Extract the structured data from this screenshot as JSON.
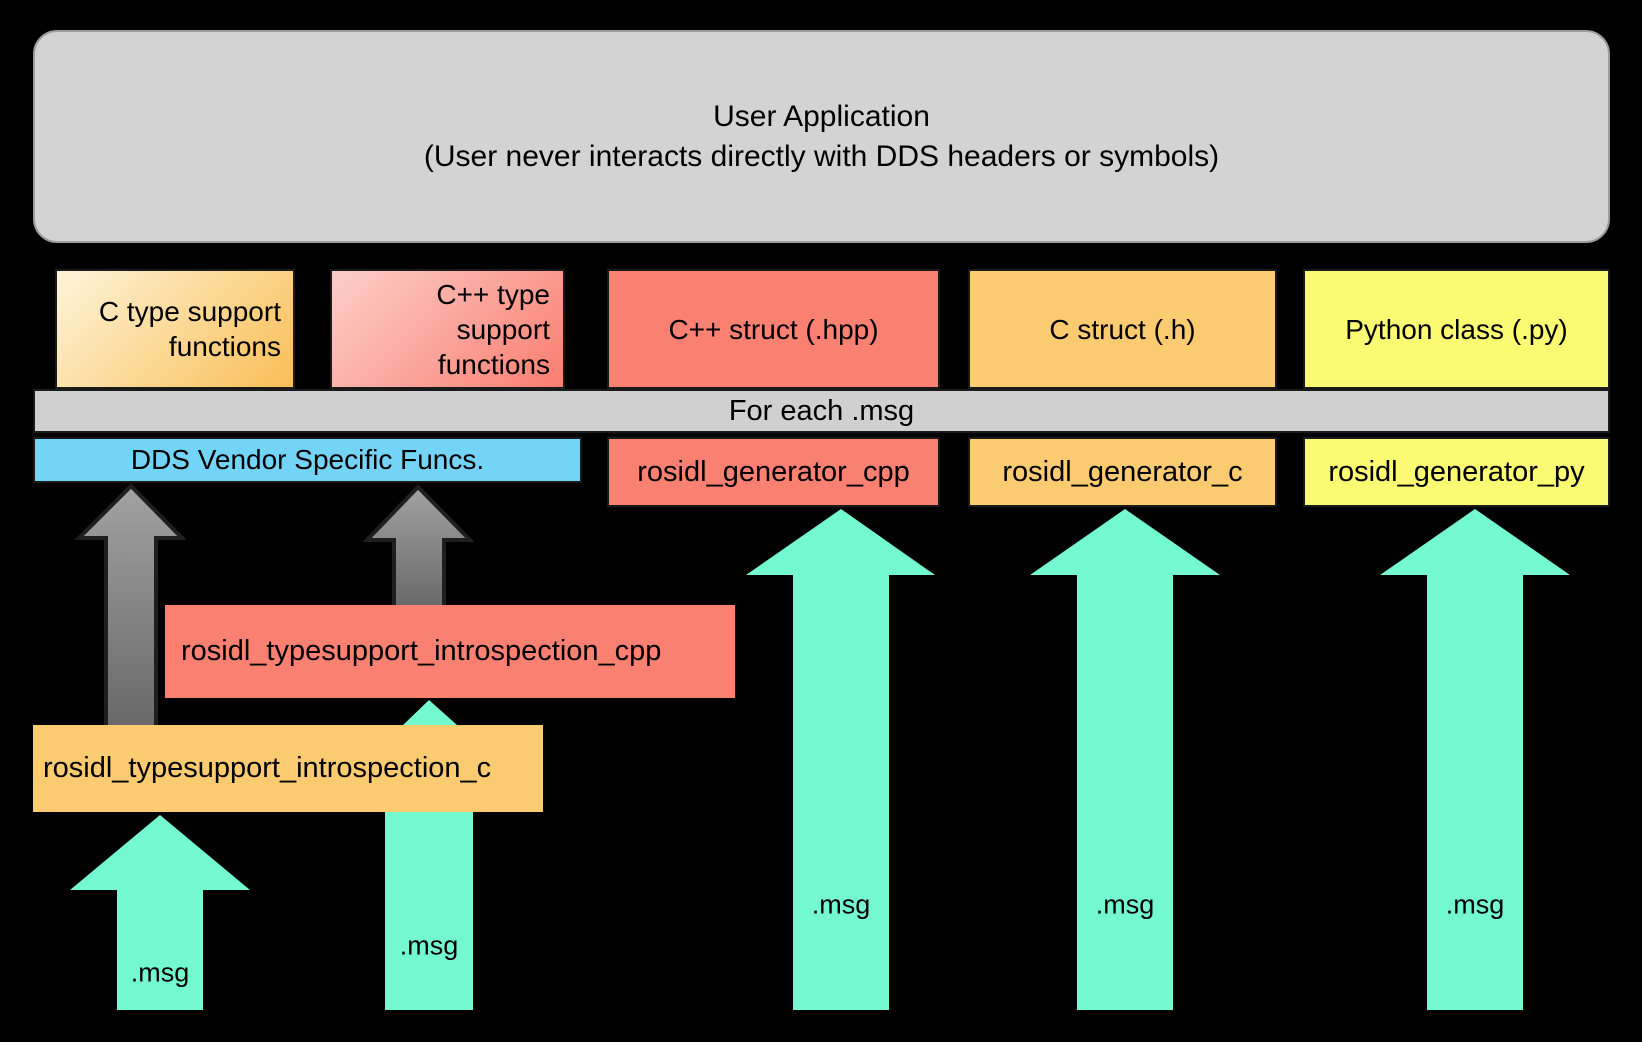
{
  "title_box": {
    "line1": "User Application",
    "line2": "(User never interacts directly with DDS headers or symbols)"
  },
  "top_row": [
    {
      "id": "c-type-support-functions",
      "lines": [
        "C type support",
        "functions"
      ]
    },
    {
      "id": "cpp-type-support-functions",
      "lines": [
        "C++ type",
        "support",
        "functions"
      ]
    },
    {
      "id": "cpp-struct",
      "label": "C++ struct (.hpp)"
    },
    {
      "id": "c-struct",
      "label": "C struct (.h)"
    },
    {
      "id": "python-class",
      "label": "Python class (.py)"
    }
  ],
  "band": {
    "label": "For each .msg"
  },
  "second_row": [
    {
      "id": "dds-vendor-funcs",
      "label": "DDS Vendor Specific Funcs."
    },
    {
      "id": "rosidl-generator-cpp",
      "label": "rosidl_generator_cpp"
    },
    {
      "id": "rosidl-generator-c",
      "label": "rosidl_generator_c"
    },
    {
      "id": "rosidl-generator-py",
      "label": "rosidl_generator_py"
    }
  ],
  "middle_boxes": [
    {
      "id": "rosidl-typesupport-introspection-cpp",
      "label": "rosidl_typesupport_introspection_cpp"
    },
    {
      "id": "rosidl-typesupport-introspection-c",
      "label": "rosidl_typesupport_introspection_c"
    }
  ],
  "msg_arrows": [
    {
      "target": "rosidl-typesupport-introspection-c",
      "label": ".msg"
    },
    {
      "target": "rosidl-typesupport-introspection-cpp",
      "label": ".msg"
    },
    {
      "target": "rosidl-generator-cpp",
      "label": ".msg"
    },
    {
      "target": "rosidl-generator-c",
      "label": ".msg"
    },
    {
      "target": "rosidl-generator-py",
      "label": ".msg"
    }
  ],
  "colors": {
    "background": "#000000",
    "panel_gray": "#D3D3D3",
    "band_gray": "#D0D0D0",
    "salmon": "#FA8072",
    "orange": "#FBCB72",
    "yellow": "#FBFA72",
    "blue": "#74D4F8",
    "teal_arrow": "#74F8D0",
    "gray_arrow_light": "#A2A2A2",
    "gray_arrow_dark": "#646464",
    "outline": "#1A1A1A"
  }
}
